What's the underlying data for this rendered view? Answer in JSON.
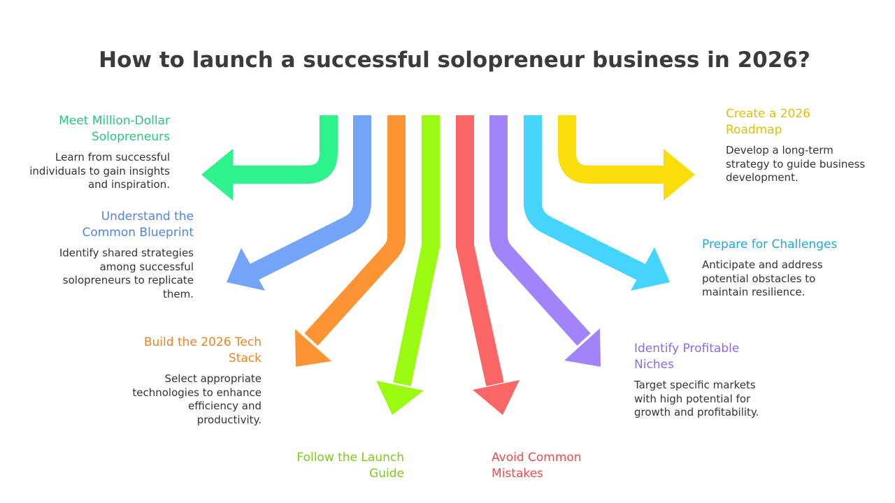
{
  "title": "How to launch a successful solopreneur business in 2026?",
  "colors": {
    "title": "#3b3b3b",
    "text": "#333333",
    "green": "#2ef28c",
    "blue": "#74a4f7",
    "orange": "#fd9433",
    "lime": "#9bfa12",
    "red": "#fd6666",
    "purple": "#a184f9",
    "cyan": "#45d4fc",
    "yellow": "#fade09"
  },
  "items": [
    {
      "name": "meet-million-dollar-solopreneurs",
      "heading": [
        "Meet Million-Dollar",
        "Solopreneurs"
      ],
      "description": [
        "Learn from successful",
        "individuals to gain insights",
        "and inspiration."
      ],
      "color": "#28c77c",
      "arrow_color": "green"
    },
    {
      "name": "understand-common-blueprint",
      "heading": [
        "Understand the",
        "Common Blueprint"
      ],
      "description": [
        "Identify shared strategies",
        "among successful",
        "solopreneurs to replicate",
        "them."
      ],
      "color": "#4f85e6",
      "arrow_color": "blue"
    },
    {
      "name": "build-tech-stack",
      "heading": [
        "Build the 2026 Tech",
        "Stack"
      ],
      "description": [
        "Select appropriate",
        "technologies to enhance",
        "efficiency and",
        "productivity."
      ],
      "color": "#ef8426",
      "arrow_color": "orange"
    },
    {
      "name": "follow-launch-guide",
      "heading": [
        "Follow the Launch",
        "Guide"
      ],
      "description": [],
      "color": "#7fcc17",
      "arrow_color": "lime"
    },
    {
      "name": "avoid-common-mistakes",
      "heading": [
        "Avoid Common",
        "Mistakes"
      ],
      "description": [],
      "color": "#ee4b4b",
      "arrow_color": "red"
    },
    {
      "name": "identify-profitable-niches",
      "heading": [
        "Identify Profitable",
        "Niches"
      ],
      "description": [
        "Target specific markets",
        "with high potential for",
        "growth and profitability."
      ],
      "color": "#8c69ea",
      "arrow_color": "purple"
    },
    {
      "name": "prepare-for-challenges",
      "heading": [
        "Prepare for Challenges"
      ],
      "description": [
        "Anticipate and address",
        "potential obstacles to",
        "maintain resilience."
      ],
      "color": "#1ea9d6",
      "arrow_color": "cyan"
    },
    {
      "name": "create-roadmap",
      "heading": [
        "Create a 2026",
        "Roadmap"
      ],
      "description": [
        "Develop a long-term",
        "strategy to guide business",
        "development."
      ],
      "color": "#dcc30a",
      "arrow_color": "yellow"
    }
  ]
}
